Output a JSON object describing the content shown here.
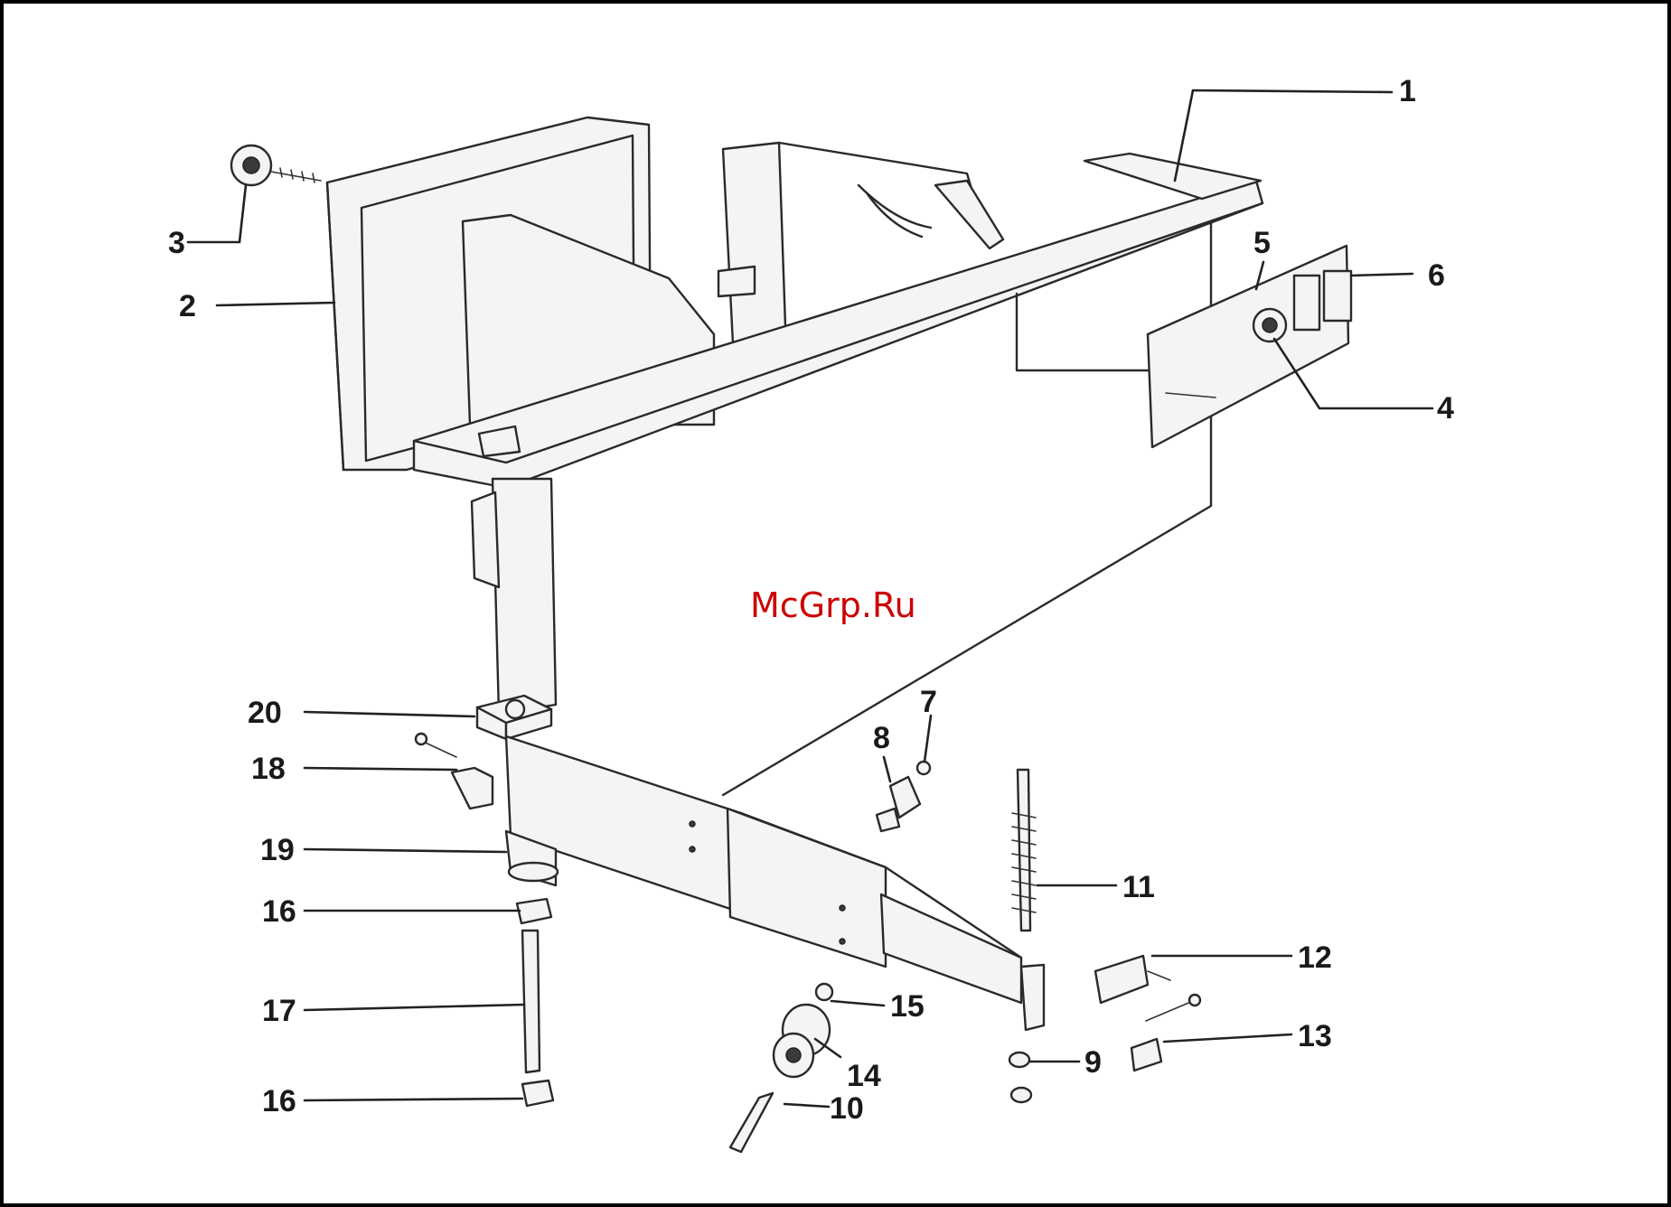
{
  "watermark": "McGrp.Ru",
  "colors": {
    "background": "#ffffff",
    "frame": "#000000",
    "line": "#2a2a2a",
    "watermark": "#cc0000"
  },
  "callouts": [
    "1",
    "2",
    "3",
    "4",
    "5",
    "6",
    "7",
    "8",
    "9",
    "10",
    "11",
    "12",
    "13",
    "14",
    "15",
    "16",
    "16",
    "17",
    "18",
    "19",
    "20"
  ]
}
